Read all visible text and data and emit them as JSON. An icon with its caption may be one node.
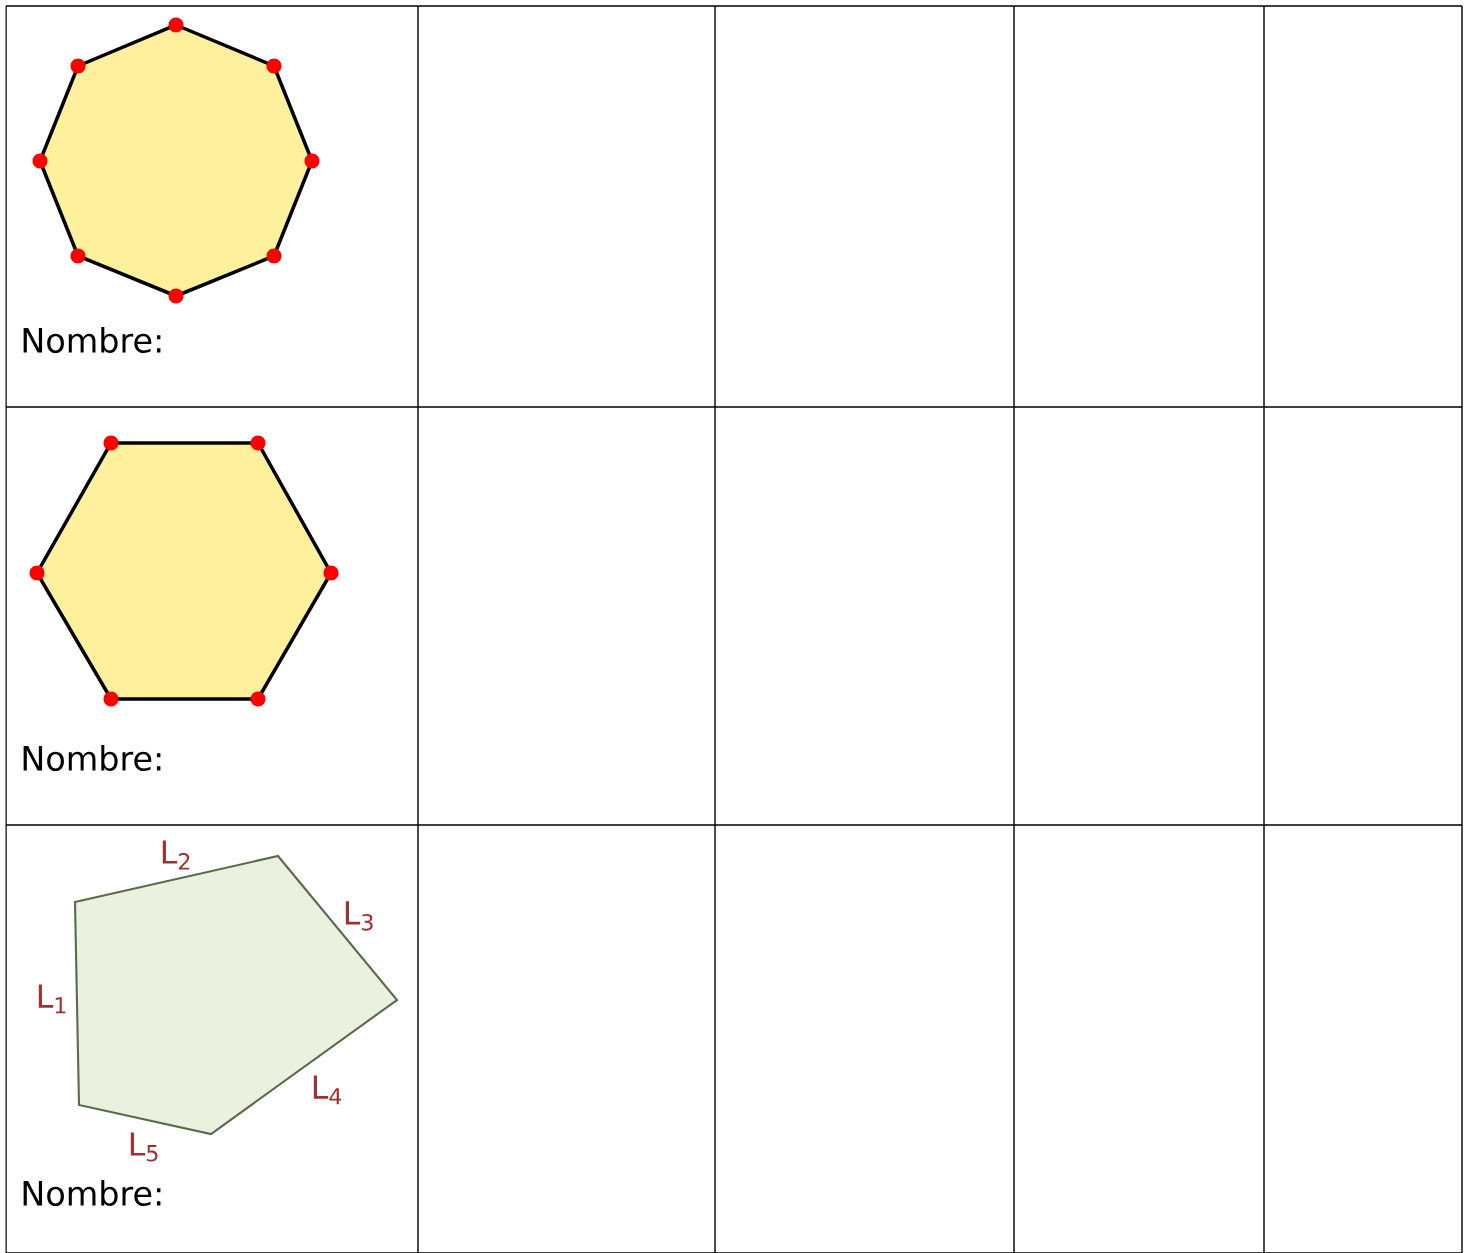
{
  "diagram": {
    "labels": [
      "Nombre:",
      "Nombre:",
      "L$_{2}$",
      "L$_{3}$",
      "L$_{1}$",
      "L$_{4}$",
      "L$_{5}$",
      "Nombre:"
    ]
  }
}
